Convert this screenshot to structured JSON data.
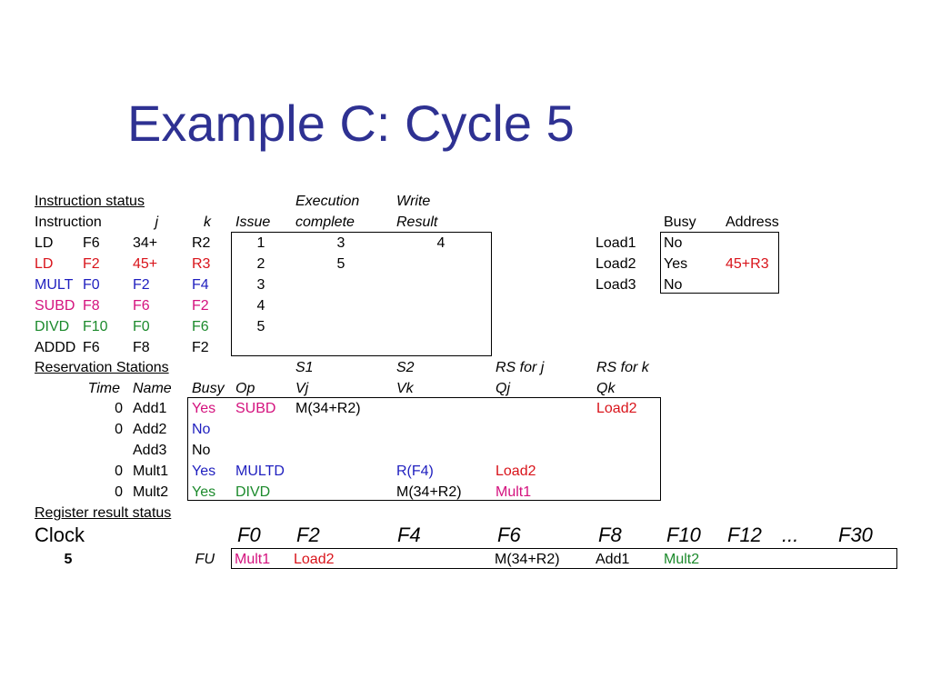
{
  "title": "Example C: Cycle 5",
  "instr": {
    "section_label": "Instruction status",
    "hdr_exec_top": "Execution",
    "hdr_write_top": "Write",
    "hdr_instruction": "Instruction",
    "hdr_j": "j",
    "hdr_k": "k",
    "hdr_issue": "Issue",
    "hdr_exec_bottom": "complete",
    "hdr_write_bottom": "Result",
    "rows": [
      {
        "op": "LD",
        "dst": "F6",
        "j": "34+",
        "k": "R2",
        "issue": "1",
        "exec": "3",
        "write": "4"
      },
      {
        "op": "LD",
        "dst": "F2",
        "j": "45+",
        "k": "R3",
        "issue": "2",
        "exec": "5",
        "write": ""
      },
      {
        "op": "MULT",
        "dst": "F0",
        "j": "F2",
        "k": "F4",
        "issue": "3",
        "exec": "",
        "write": ""
      },
      {
        "op": "SUBD",
        "dst": "F8",
        "j": "F6",
        "k": "F2",
        "issue": "4",
        "exec": "",
        "write": ""
      },
      {
        "op": "DIVD",
        "dst": "F10",
        "j": "F0",
        "k": "F6",
        "issue": "5",
        "exec": "",
        "write": ""
      },
      {
        "op": "ADDD",
        "dst": "F6",
        "j": "F8",
        "k": "F2",
        "issue": "",
        "exec": "",
        "write": ""
      }
    ],
    "row_colors": [
      "#000000",
      "#d9141b",
      "#1f1fbf",
      "#d4127e",
      "#1c8a2c",
      "#000000"
    ]
  },
  "loads": {
    "hdr_busy": "Busy",
    "hdr_address": "Address",
    "rows": [
      {
        "name": "Load1",
        "busy": "No",
        "address": ""
      },
      {
        "name": "Load2",
        "busy": "Yes",
        "address": "45+R3"
      },
      {
        "name": "Load3",
        "busy": "No",
        "address": ""
      }
    ]
  },
  "rs": {
    "section_label": "Reservation Stations",
    "hdr_s1": "S1",
    "hdr_s2": "S2",
    "hdr_rsj": "RS for j",
    "hdr_rsk": "RS for k",
    "hdr_time": "Time",
    "hdr_name": "Name",
    "hdr_busy": "Busy",
    "hdr_op": "Op",
    "hdr_vj": "Vj",
    "hdr_vk": "Vk",
    "hdr_qj": "Qj",
    "hdr_qk": "Qk",
    "rows": [
      {
        "time": "0",
        "name": "Add1",
        "busy": "Yes",
        "op": "SUBD",
        "vj": "M(34+R2)",
        "vk": "",
        "qj": "",
        "qk": "Load2"
      },
      {
        "time": "0",
        "name": "Add2",
        "busy": "No",
        "op": "",
        "vj": "",
        "vk": "",
        "qj": "",
        "qk": ""
      },
      {
        "time": "",
        "name": "Add3",
        "busy": "No",
        "op": "",
        "vj": "",
        "vk": "",
        "qj": "",
        "qk": ""
      },
      {
        "time": "0",
        "name": "Mult1",
        "busy": "Yes",
        "op": "MULTD",
        "vj": "",
        "vk": "R(F4)",
        "qj": "Load2",
        "qk": ""
      },
      {
        "time": "0",
        "name": "Mult2",
        "busy": "Yes",
        "op": "DIVD",
        "vj": "",
        "vk": "M(34+R2)",
        "qj": "Mult1",
        "qk": ""
      }
    ]
  },
  "reg": {
    "section_label": "Register result status",
    "clock_label": "Clock",
    "clock_value": "5",
    "fu_label": "FU",
    "registers": [
      "F0",
      "F2",
      "F4",
      "F6",
      "F8",
      "F10",
      "F12",
      "...",
      "F30"
    ],
    "values": [
      "Mult1",
      "Load2",
      "",
      "M(34+R2)",
      "Add1",
      "Mult2",
      "",
      "",
      ""
    ]
  }
}
